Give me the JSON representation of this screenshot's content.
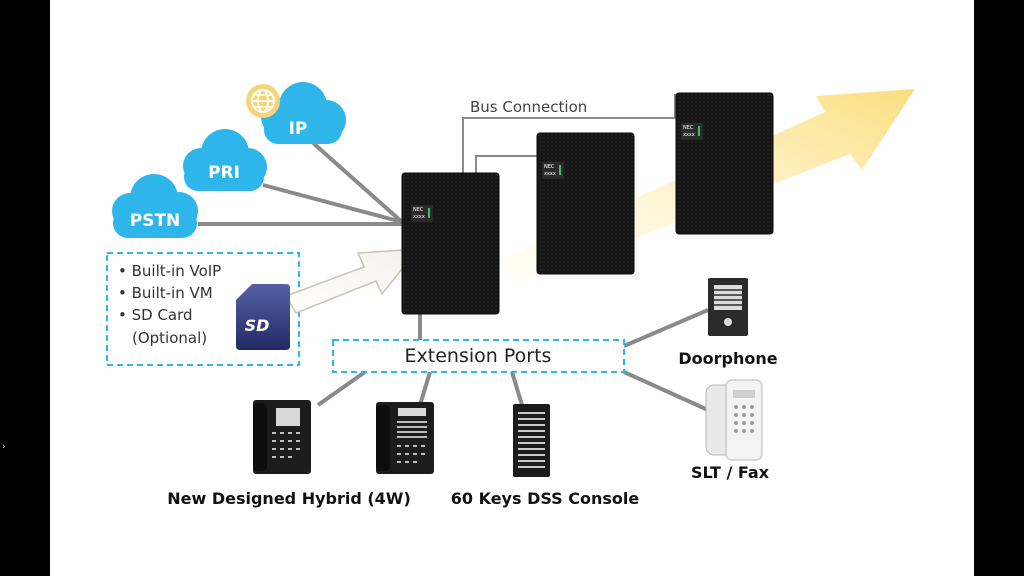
{
  "clouds": {
    "ip": "IP",
    "pri": "PRI",
    "pstn": "PSTN"
  },
  "bus_connection": "Bus Connection",
  "features": [
    "• Built-in VoIP",
    "• Built-in VM",
    "• SD Card",
    "(Optional)"
  ],
  "sd_card_label": "SD",
  "extension_ports": "Extension Ports",
  "cabinet_logo": [
    "NEC",
    "xxxx"
  ],
  "terminals": {
    "doorphone": "Doorphone",
    "slt_fax": "SLT / Fax",
    "hybrid": "New Designed Hybrid (4W)",
    "dss": "60 Keys DSS Console"
  },
  "colors": {
    "cloud": "#2eb6ea",
    "dashed_box": "#2eb6ea",
    "arrow": "#fbe28a",
    "cabinet": "#1a1a1a",
    "line": "#888888"
  }
}
